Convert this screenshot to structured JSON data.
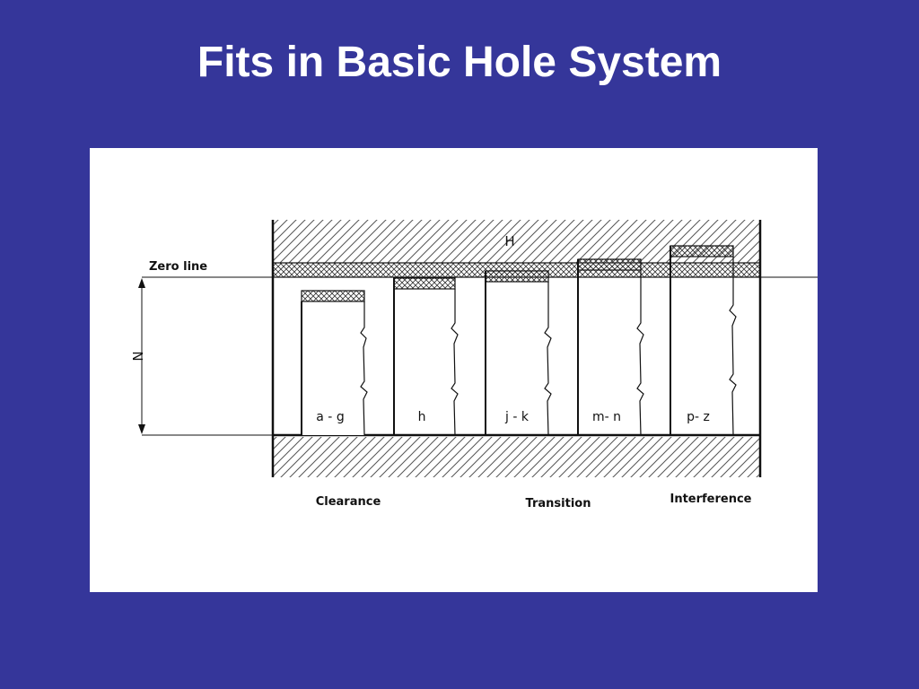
{
  "slide": {
    "title": "Fits in Basic Hole System"
  },
  "diagram": {
    "hole_label": "H",
    "zero_line_label": "Zero line",
    "nominal_size_label": "N",
    "shaft_labels": [
      "a - g",
      "h",
      "j - k",
      "m- n",
      "p- z"
    ],
    "fit_categories": [
      "Clearance",
      "Transition",
      "Interference"
    ]
  },
  "colors": {
    "background": "#35369a",
    "panel": "#ffffff",
    "title": "#ffffff",
    "line": "#111111"
  }
}
